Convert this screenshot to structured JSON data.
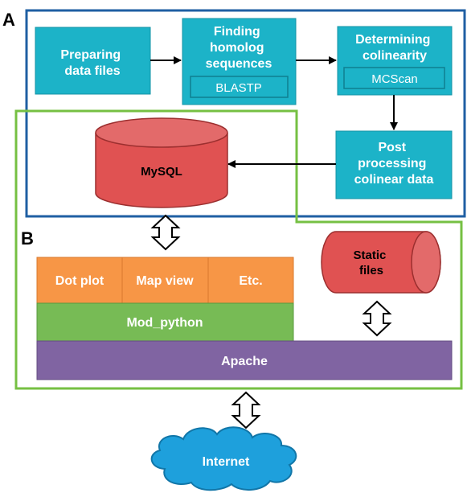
{
  "panels": {
    "a_label": "A",
    "b_label": "B"
  },
  "pipeline": {
    "preparing": [
      "Preparing",
      "data files"
    ],
    "finding": [
      "Finding",
      "homolog",
      "sequences"
    ],
    "blastp": "BLASTP",
    "determining": [
      "Determining",
      "colinearity"
    ],
    "mcscan": "MCScan",
    "post": [
      "Post",
      "processing",
      "colinear data"
    ]
  },
  "mysql": "MySQL",
  "web": {
    "dot_plot": "Dot plot",
    "map_view": "Map view",
    "etc": "Etc.",
    "mod_python": "Mod_python",
    "apache": "Apache",
    "static_files": [
      "Static",
      "files"
    ]
  },
  "internet": "Internet",
  "colors": {
    "panel_a_border": "#1f5fa3",
    "panel_b_border": "#76c043",
    "teal_box": "#1cb3c8",
    "teal_border": "#1493a6",
    "db_red": "#e05252",
    "orange": "#f79646",
    "green": "#77bb55",
    "purple": "#8064a2",
    "cloud": "#1ea0dc"
  }
}
